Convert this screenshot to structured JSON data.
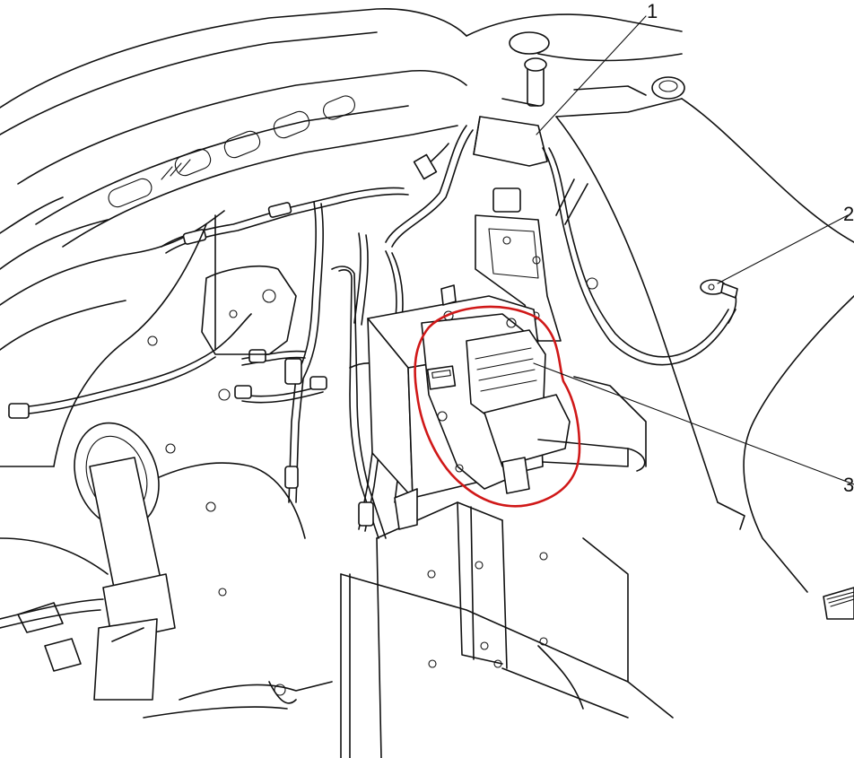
{
  "callouts": [
    {
      "id": "callout-1",
      "label": "1"
    },
    {
      "id": "callout-2",
      "label": "2"
    },
    {
      "id": "callout-3",
      "label": "3"
    }
  ],
  "highlight": {
    "color": "#d01818"
  }
}
